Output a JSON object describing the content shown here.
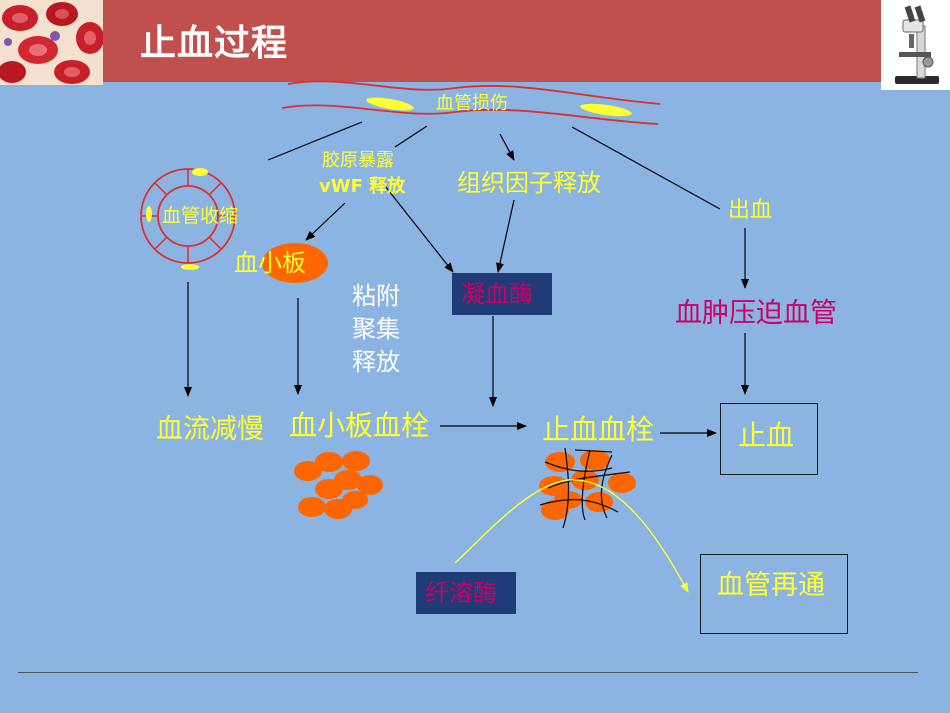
{
  "slide": {
    "title": "止血过程",
    "colors": {
      "background": "#8cb4e2",
      "title_bar": "#c0504d",
      "yellow": "#ffff33",
      "magenta": "#cc0066",
      "enzyme_box": "#1f3b78",
      "platelet": "#ff6600"
    }
  },
  "nodes": {
    "vessel_injury": "血管损伤",
    "collagen_exposure": "胶原暴露",
    "vwf_release": "vWF 释放",
    "tissue_factor_release": "组织因子释放",
    "bleeding": "出血",
    "vasoconstriction": "血管收缩",
    "platelet_prefix": "血",
    "platelet_highlight": "小板",
    "adhesion": "粘附",
    "aggregation": "聚集",
    "release": "释放",
    "thrombin": "凝血酶",
    "hematoma_compression": "血肿压迫血管",
    "blood_flow_slowing": "血流减慢",
    "platelet_plug": "血小板血栓",
    "hemostatic_thrombus": "止血血栓",
    "hemostasis": "止血",
    "plasmin": "纤溶酶",
    "recanalization": "血管再通"
  }
}
